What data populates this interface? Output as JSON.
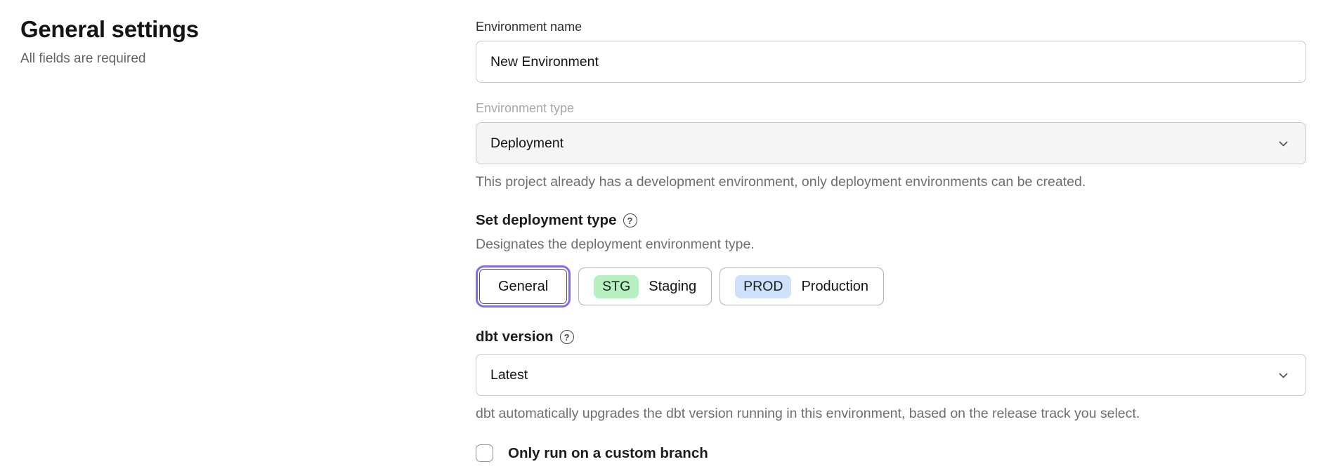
{
  "page": {
    "title": "General settings",
    "subtitle": "All fields are required"
  },
  "icons": {
    "help_glyph": "?"
  },
  "form": {
    "environment_name": {
      "label": "Environment name",
      "value": "New Environment"
    },
    "environment_type": {
      "label": "Environment type",
      "value": "Deployment",
      "disabled": true,
      "helper": "This project already has a development environment, only deployment environments can be created."
    },
    "deployment_type": {
      "heading": "Set deployment type",
      "helper": "Designates the deployment environment type.",
      "options": [
        {
          "label": "General",
          "selected": true
        },
        {
          "badge": "STG",
          "label": "Staging",
          "badge_color": "#b6f0c1"
        },
        {
          "badge": "PROD",
          "label": "Production",
          "badge_color": "#cfe0fa"
        }
      ]
    },
    "dbt_version": {
      "label": "dbt version",
      "value": "Latest",
      "helper": "dbt automatically upgrades the dbt version running in this environment, based on the release track you select."
    },
    "custom_branch": {
      "label": "Only run on a custom branch",
      "checked": false
    }
  },
  "colors": {
    "accent_ring": "#8468f0",
    "staging_badge": "#b6f0c1",
    "production_badge": "#cfe0fa",
    "disabled_field_bg": "#f5f5f5"
  }
}
